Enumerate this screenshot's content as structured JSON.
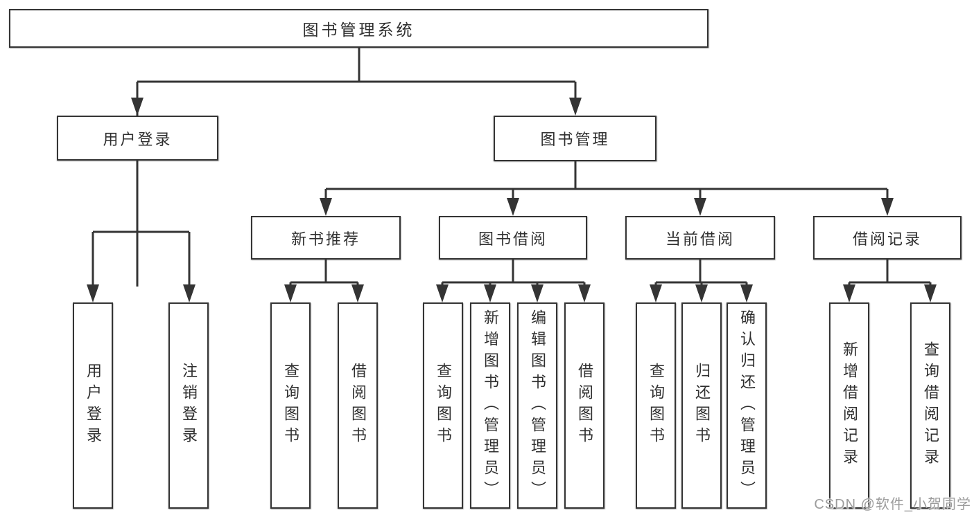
{
  "colors": {
    "line": "#343434",
    "text": "#2f2f2f",
    "box_bg": "#ffffff",
    "watermark": "#9c9c9c",
    "bg": "#ffffff"
  },
  "root": {
    "label": "图书管理系统"
  },
  "level2": [
    {
      "label": "用户登录"
    },
    {
      "label": "图书管理"
    }
  ],
  "level3": [
    {
      "label": "新书推荐"
    },
    {
      "label": "图书借阅"
    },
    {
      "label": "当前借阅"
    },
    {
      "label": "借阅记录"
    }
  ],
  "leaves": [
    {
      "label": "用户登录"
    },
    {
      "label": "注销登录"
    },
    {
      "label": "查询图书"
    },
    {
      "label": "借阅图书"
    },
    {
      "label": "查询图书"
    },
    {
      "label": "新增图书（管理员）"
    },
    {
      "label": "编辑图书（管理员）"
    },
    {
      "label": "借阅图书"
    },
    {
      "label": "查询图书"
    },
    {
      "label": "归还图书"
    },
    {
      "label": "确认归还（管理员）"
    },
    {
      "label": "新增借阅记录"
    },
    {
      "label": "查询借阅记录"
    }
  ],
  "watermark": {
    "text": "CSDN @软件_小贺同学"
  }
}
